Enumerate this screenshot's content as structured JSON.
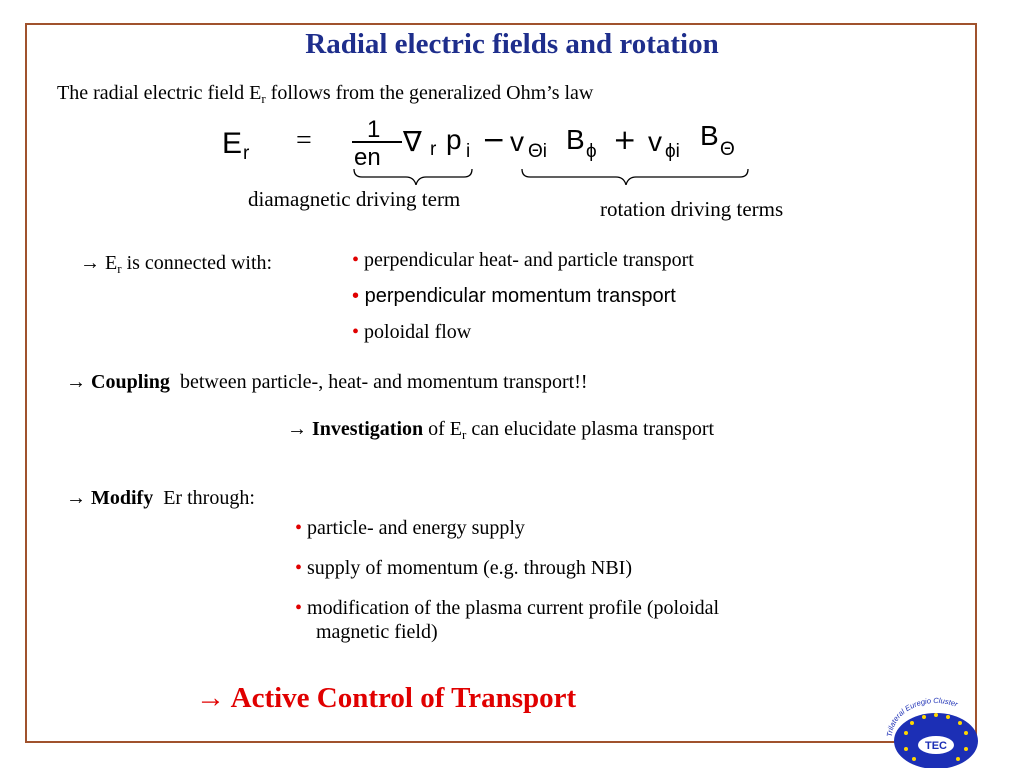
{
  "slide": {
    "title": "Radial electric fields and rotation",
    "intro_pre": "The radial electric field E",
    "intro_sub": "r",
    "intro_post": " follows from the generalized Ohm’s law",
    "eq_label_diamag": "diamagnetic driving term",
    "eq_label_rotation": "rotation driving terms",
    "connected_pre": "E",
    "connected_sub": "r",
    "connected_post": " is connected with:",
    "connected_items": [
      "perpendicular heat- and particle transport",
      "perpendicular momentum  transport",
      "poloidal flow"
    ],
    "coupling_bold": "Coupling",
    "coupling_rest": "between particle-, heat- and momentum transport!!",
    "investigation_bold": "Investigation",
    "investigation_pre": " of E",
    "investigation_sub": "r",
    "investigation_post": " can elucidate plasma transport",
    "modify_bold": "Modify",
    "modify_rest": "Er through:",
    "modify_items": [
      "particle- and energy supply",
      "supply of momentum (e.g. through NBI)",
      "modification of the plasma current profile (poloidal"
    ],
    "modify_item3_cont": "magnetic field)",
    "active_control": "Active Control of Transport",
    "arrow": "→",
    "bullet": "•"
  },
  "equation": {
    "lhs": "E",
    "lhs_sub": "r",
    "equals": "=",
    "frac_num": "1",
    "frac_den": "en",
    "grad": "∇",
    "grad_sub": "r",
    "p": "p",
    "p_sub": "i",
    "minus": "−",
    "v1": "v",
    "v1_sub": "Θi",
    "B1": "B",
    "B1_sub": "ϕ",
    "plus": "+",
    "v2": "v",
    "v2_sub": "ϕi",
    "B2": "B",
    "B2_sub": "Θ"
  },
  "logo": {
    "arc_text": "Trilateral Euregio Cluster",
    "center_text": "TEC"
  },
  "colors": {
    "title": "#1e2e8c",
    "border": "#a0522d",
    "accent_red": "#e00000",
    "logo_blue": "#1c2fb5"
  }
}
